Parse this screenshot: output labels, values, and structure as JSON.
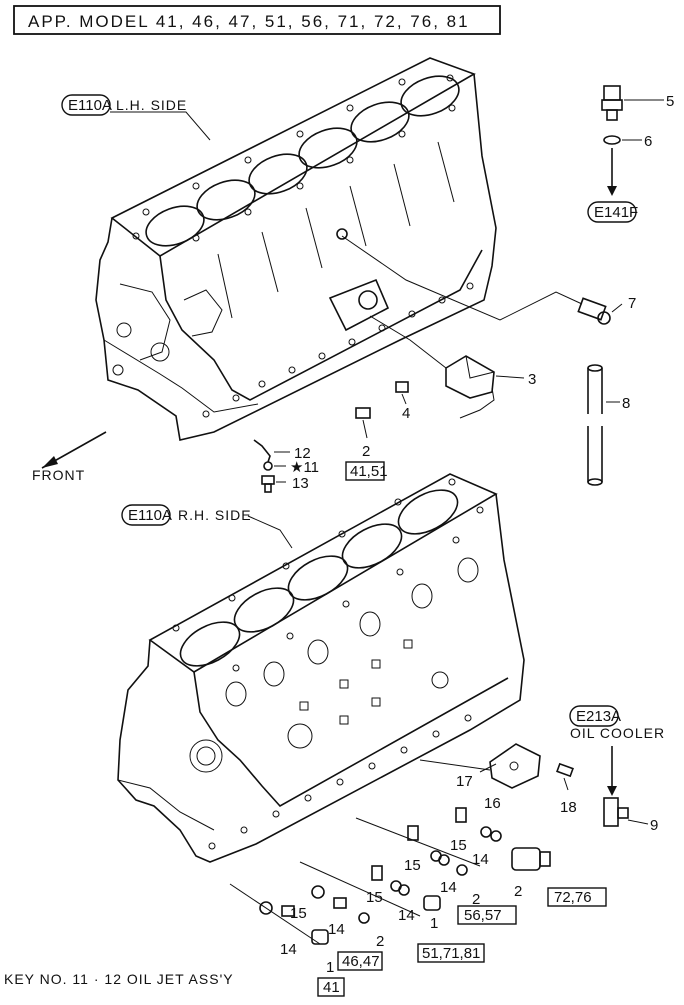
{
  "header": {
    "title": "APP. MODEL  41, 46, 47, 51, 56, 71, 72, 76, 81"
  },
  "refs": {
    "lh_ref": "E110A",
    "lh_label": "L.H. SIDE",
    "rh_ref": "E110A",
    "rh_label": "R.H. SIDE",
    "e141f": "E141F",
    "e213a": "E213A",
    "oil_cooler": "OIL COOLER"
  },
  "front_label": "FRONT",
  "callouts": {
    "c5": "5",
    "c6": "6",
    "c7": "7",
    "c3": "3",
    "c8": "8",
    "c4": "4",
    "c2a": "2",
    "c12": "12",
    "c11": "★11",
    "c13": "13",
    "c17": "17",
    "c16": "16",
    "c18": "18",
    "c9": "9",
    "c15a": "15",
    "c14a": "14",
    "c15b": "15",
    "c14b": "14",
    "c2b": "2",
    "c2c": "2",
    "c14c": "14",
    "c15c": "15",
    "c1a": "1",
    "c14d": "14",
    "c14e": "14",
    "c2d": "2",
    "c1b": "1",
    "c15d": "15"
  },
  "model_boxes": {
    "b4151": "41,51",
    "b7276": "72,76",
    "b5657": "56,57",
    "b4647": "46,47",
    "b517181": "51,71,81",
    "b41": "41"
  },
  "footer": {
    "note": "KEY NO. 11 · 12   OIL JET  ASS'Y"
  }
}
